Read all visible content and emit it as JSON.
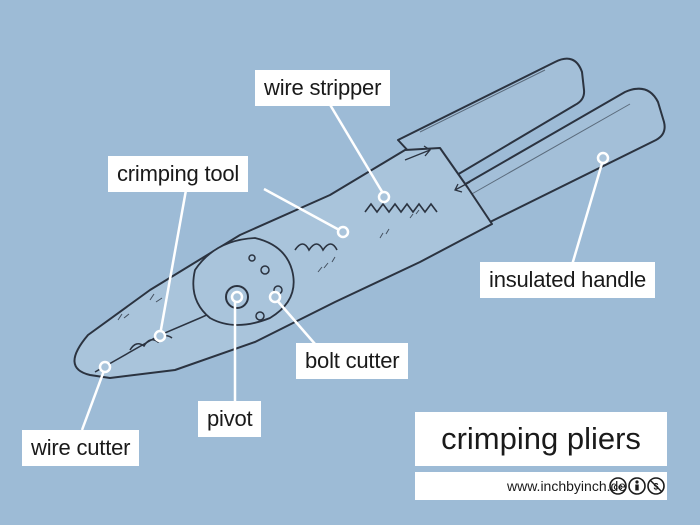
{
  "labels": {
    "wire_stripper": "wire stripper",
    "crimping_tool": "crimping tool",
    "insulated_handle": "insulated handle",
    "bolt_cutter": "bolt cutter",
    "pivot": "pivot",
    "wire_cutter": "wire cutter"
  },
  "title": "crimping pliers",
  "footer": {
    "url": "www.inchbyinch.de",
    "license_icons": [
      "cc-icon",
      "attribution-icon",
      "noncommercial-icon"
    ]
  },
  "colors": {
    "background": "#9dbbd6",
    "tool_fill": "#a9c4db",
    "handle_fill": "#a3bfd8",
    "outline": "#2b3340",
    "label_bg": "#ffffff",
    "leader": "#ffffff"
  }
}
